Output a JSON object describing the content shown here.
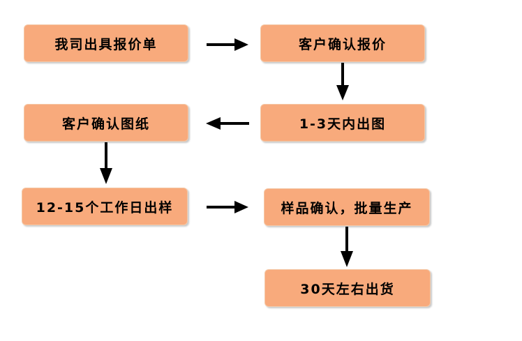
{
  "colors": {
    "box_fill": "#f8aa7c",
    "box_border": "#f4c9a8",
    "box_shadow": "#c9c9c9",
    "arrow": "#000000"
  },
  "steps": {
    "s1": "我司出具报价单",
    "s2": "客户确认报价",
    "s3": "1-3天内出图",
    "s4": "客户确认图纸",
    "s5": "12-15个工作日出样",
    "s6": "样品确认，批量生产",
    "s7": "30天左右出货"
  }
}
